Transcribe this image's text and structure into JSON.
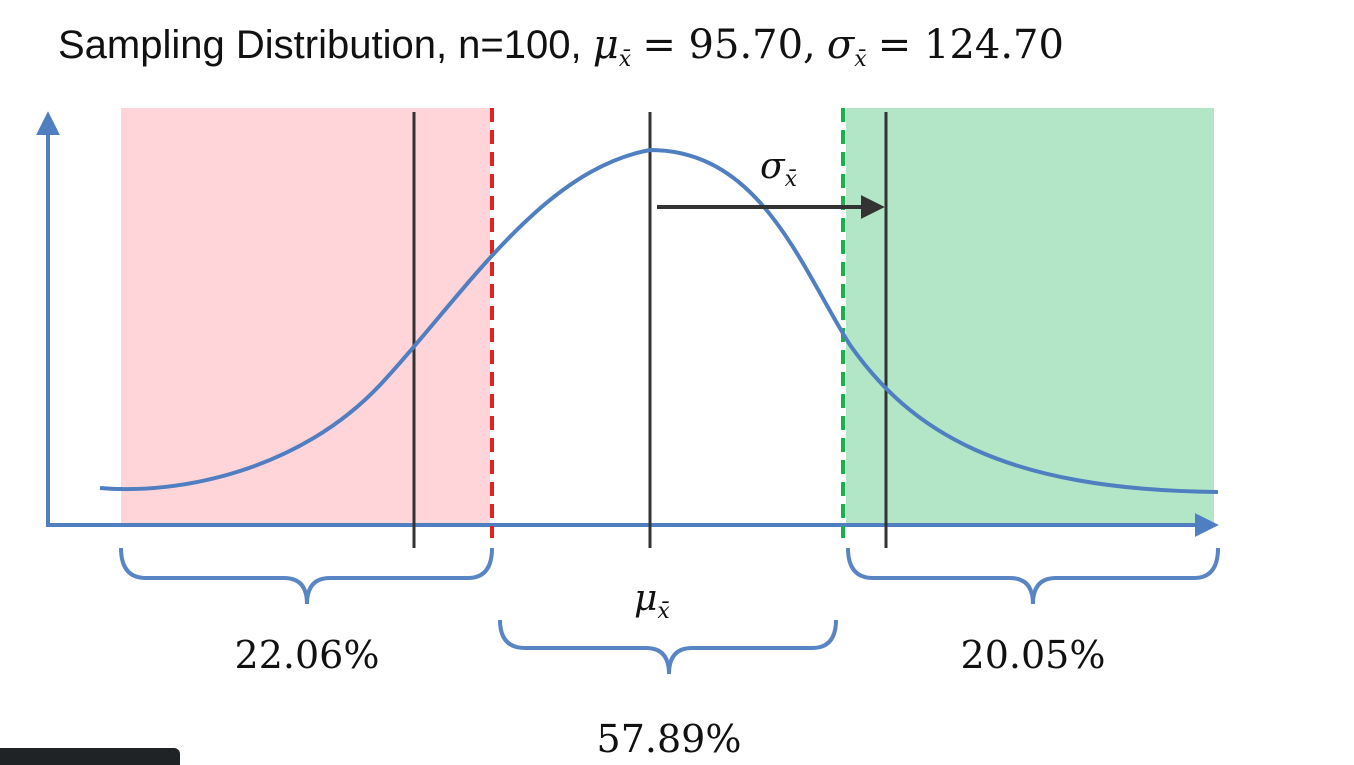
{
  "title": {
    "prefix": "Sampling Distribution, n=100,",
    "mu_symbol": "μ",
    "mu_sub": "x̄",
    "mu_value": "= 95.70,",
    "sigma_symbol": "σ",
    "sigma_sub": "x̄",
    "sigma_value": "= 124.70"
  },
  "labels": {
    "sigma_marker": "σ",
    "sigma_marker_sub": "x̄",
    "mu_marker": "μ",
    "mu_marker_sub": "x̄"
  },
  "regions": {
    "left_percent": "22.06%",
    "middle_percent": "57.89%",
    "right_percent": "20.05%"
  },
  "colors": {
    "left_region": "#ffd5da",
    "right_region": "#b2e6c7",
    "curve": "#4f7fc0",
    "axis": "#4f7fc0",
    "left_cutoff": "#e02424",
    "right_cutoff": "#1fae4f",
    "reference_line": "#333333",
    "braces": "#5a85c5"
  }
}
